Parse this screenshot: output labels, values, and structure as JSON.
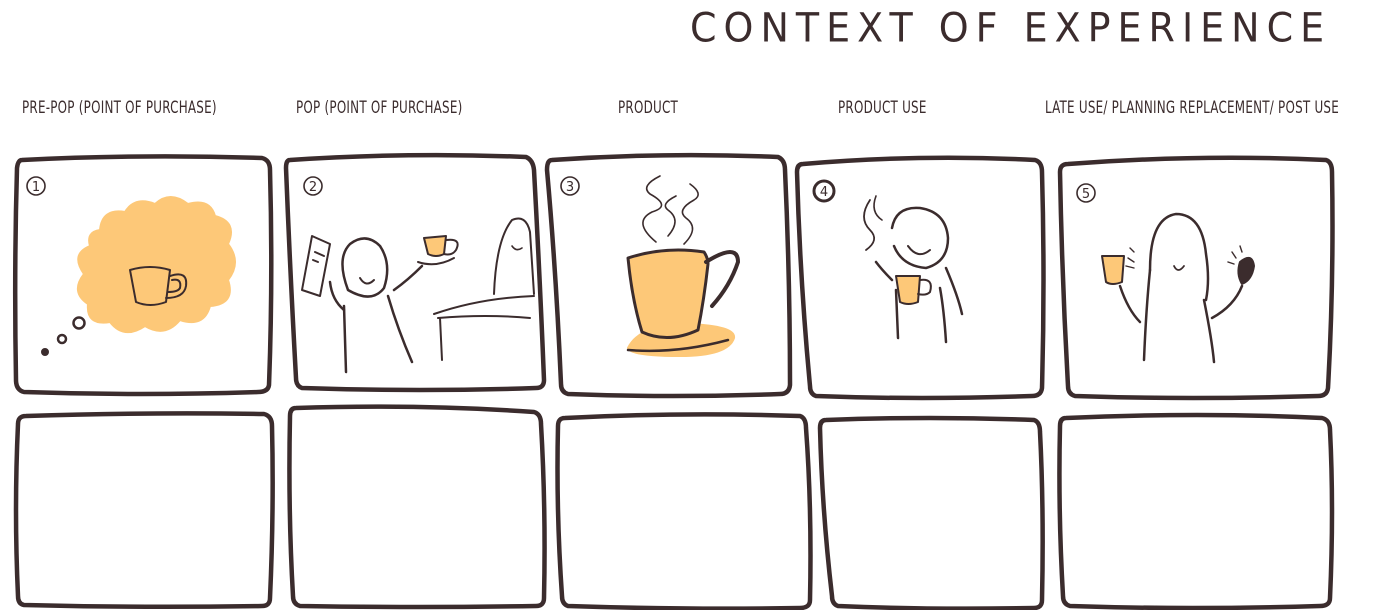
{
  "title": "CONTEXT OF EXPERIENCE",
  "columns": [
    {
      "label": "PRE-POP (POINT OF PURCHASE)",
      "panel_number": "1"
    },
    {
      "label": "POP (POINT OF PURCHASE)",
      "panel_number": "2"
    },
    {
      "label": "PRODUCT",
      "panel_number": "3"
    },
    {
      "label": "PRODUCT USE",
      "panel_number": "4"
    },
    {
      "label": "LATE USE/ PLANNING REPLACEMENT/ POST USE",
      "panel_number": "5"
    }
  ],
  "colors": {
    "ink": "#3b2c2d",
    "accent": "#fdc878"
  }
}
